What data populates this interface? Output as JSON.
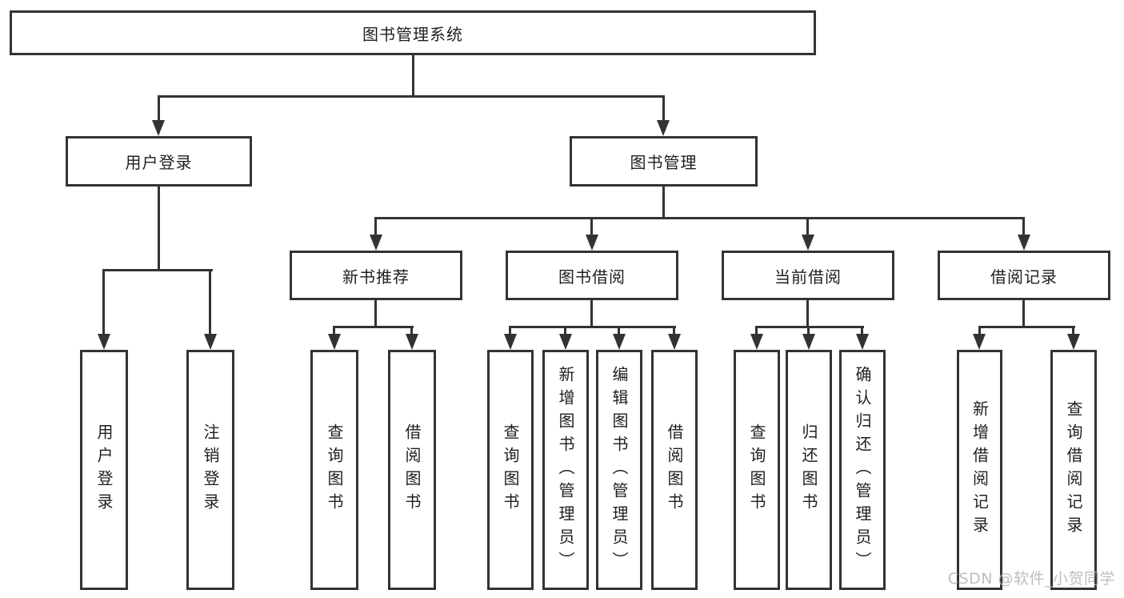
{
  "theme": {
    "line": "#333333",
    "text": "#1f1f1f",
    "background": "#ffffff",
    "watermark_color": "#b7b7b7"
  },
  "diagram": {
    "root": {
      "label": "图书管理系统"
    },
    "level2": [
      {
        "label": "用户登录"
      },
      {
        "label": "图书管理"
      }
    ],
    "level3": [
      {
        "label": "新书推荐"
      },
      {
        "label": "图书借阅"
      },
      {
        "label": "当前借阅"
      },
      {
        "label": "借阅记录"
      }
    ],
    "leaves": [
      {
        "label": "用户登录"
      },
      {
        "label": "注销登录"
      },
      {
        "label": "查询图书"
      },
      {
        "label": "借阅图书"
      },
      {
        "label": "查询图书"
      },
      {
        "label": "新增图书（管理员）"
      },
      {
        "label": "编辑图书（管理员）"
      },
      {
        "label": "借阅图书"
      },
      {
        "label": "查询图书"
      },
      {
        "label": "归还图书"
      },
      {
        "label": "确认归还（管理员）"
      },
      {
        "label": "新增借阅记录"
      },
      {
        "label": "查询借阅记录"
      }
    ],
    "watermark": "CSDN @软件_小贺同学"
  }
}
